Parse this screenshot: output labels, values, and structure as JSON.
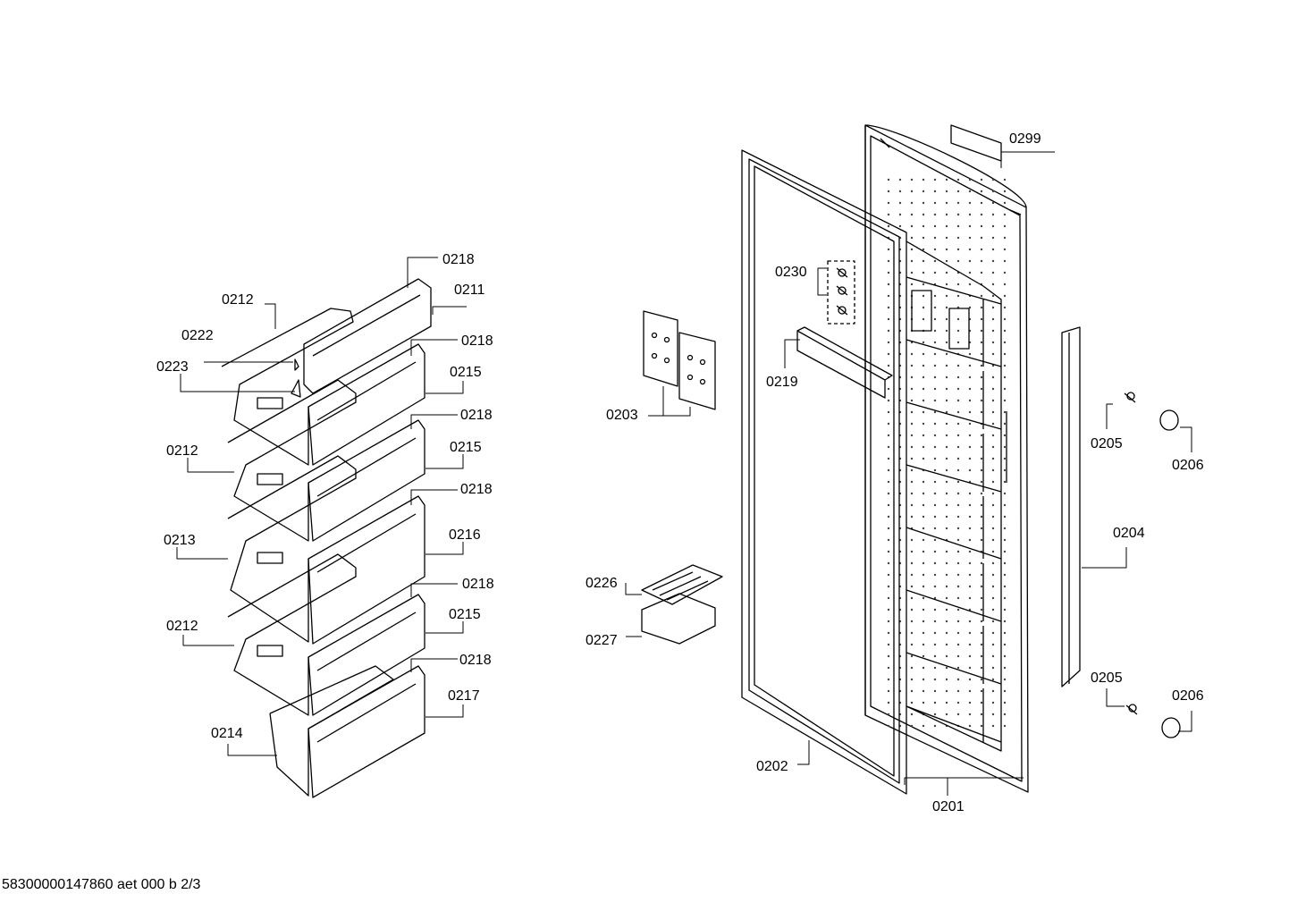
{
  "labels": {
    "l0299": "0299",
    "l0218a": "0218",
    "l0211": "0211",
    "l0212a": "0212",
    "l0218b": "0218",
    "l0222": "0222",
    "l0223": "0223",
    "l0215a": "0215",
    "l0218c": "0218",
    "l0212b": "0212",
    "l0215b": "0215",
    "l0218d": "0218",
    "l0213": "0213",
    "l0216": "0216",
    "l0218e": "0218",
    "l0215c": "0215",
    "l0212c": "0212",
    "l0218f": "0218",
    "l0217": "0217",
    "l0214": "0214",
    "l0230": "0230",
    "l0219": "0219",
    "l0203": "0203",
    "l0226": "0226",
    "l0227": "0227",
    "l0202": "0202",
    "l0201": "0201",
    "l0205a": "0205",
    "l0206a": "0206",
    "l0204": "0204",
    "l0205b": "0205",
    "l0206b": "0206"
  },
  "footer": "58300000147860 aet 000 b 2/3"
}
